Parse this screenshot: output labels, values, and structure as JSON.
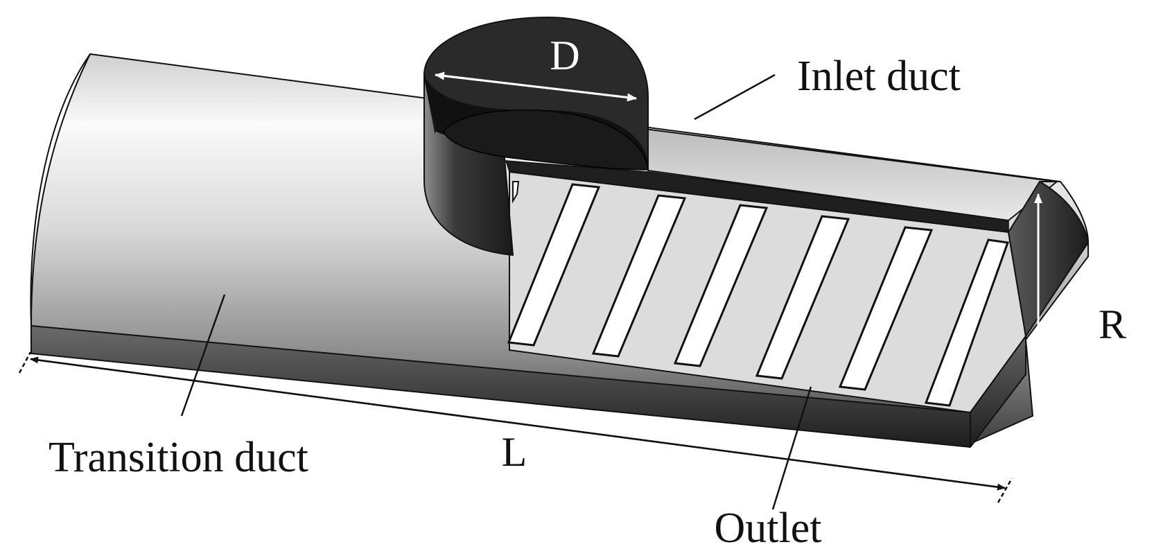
{
  "labels": {
    "inlet_duct": "Inlet duct",
    "transition_duct": "Transition duct",
    "outlet": "Outlet"
  },
  "dimensions": {
    "diameter": "D",
    "length": "L",
    "radius": "R"
  },
  "colors": {
    "background": "#ffffff",
    "outline": "#111111",
    "slot": "#ffffff",
    "inner_panel": "#dcdcdc"
  }
}
